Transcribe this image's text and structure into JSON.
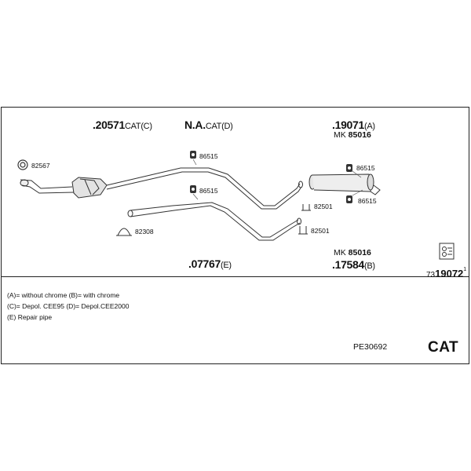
{
  "parts": {
    "p20571": {
      "number": ".20571",
      "suffix": "CAT(C)"
    },
    "na": {
      "number": "N.A.",
      "suffix": "CAT(D)"
    },
    "p19071": {
      "number": ".19071",
      "suffix": "(A)"
    },
    "p07767": {
      "number": ".07767",
      "suffix": "(E)"
    },
    "p17584": {
      "number": ".17584",
      "suffix": "(B)"
    }
  },
  "mk_top": {
    "prefix": "MK",
    "number": "85016"
  },
  "mk_bottom": {
    "prefix": "MK",
    "number": "85016"
  },
  "callouts": {
    "c82567": "82567",
    "c82308": "82308",
    "c86515_a": "86515",
    "c86515_b": "86515",
    "c86515_c": "86515",
    "c86515_d": "86515",
    "c82501_a": "82501",
    "c82501_b": "82501"
  },
  "identifier": {
    "prefix": "73",
    "main": "19072",
    "sup": "1"
  },
  "legend": {
    "line1": "(A)= without chrome   (B)= with chrome",
    "line2": "(C)= Depol. CEE95   (D)= Depol.CEE2000",
    "line3": "(E) Repair pipe"
  },
  "set_code": "PE30692",
  "set_label": "CAT"
}
